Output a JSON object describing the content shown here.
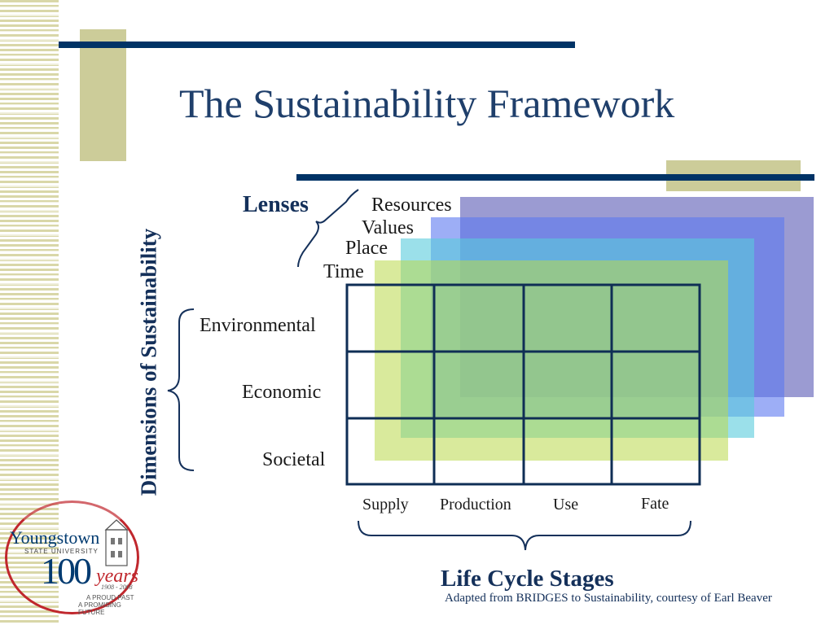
{
  "title": "The Sustainability Framework",
  "lenses": {
    "label": "Lenses",
    "items": [
      "Resources",
      "Values",
      "Place",
      "Time"
    ],
    "colors": [
      "#9b9bd1",
      "#6b7be3",
      "#4ba3dc",
      "#6fb56a"
    ]
  },
  "dimensions": {
    "label": "Dimensions of Sustainability",
    "items": [
      "Environmental",
      "Economic",
      "Societal"
    ]
  },
  "life_cycle": {
    "label": "Life Cycle Stages",
    "stages": [
      "Supply",
      "Production",
      "Use",
      "Fate"
    ]
  },
  "credit": "Adapted from BRIDGES to Sustainability, courtesy of Earl Beaver",
  "logo": {
    "name": "Youngstown",
    "sub": "STATE UNIVERSITY",
    "number": "100",
    "years": "years",
    "dates": "1908 - 2008",
    "tagline1": "A PROUD PAST",
    "tagline2": "A PROMISING FUTURE"
  },
  "colors": {
    "navy": "#003366",
    "olive": "#cccc99",
    "title": "#1f3f6b"
  }
}
